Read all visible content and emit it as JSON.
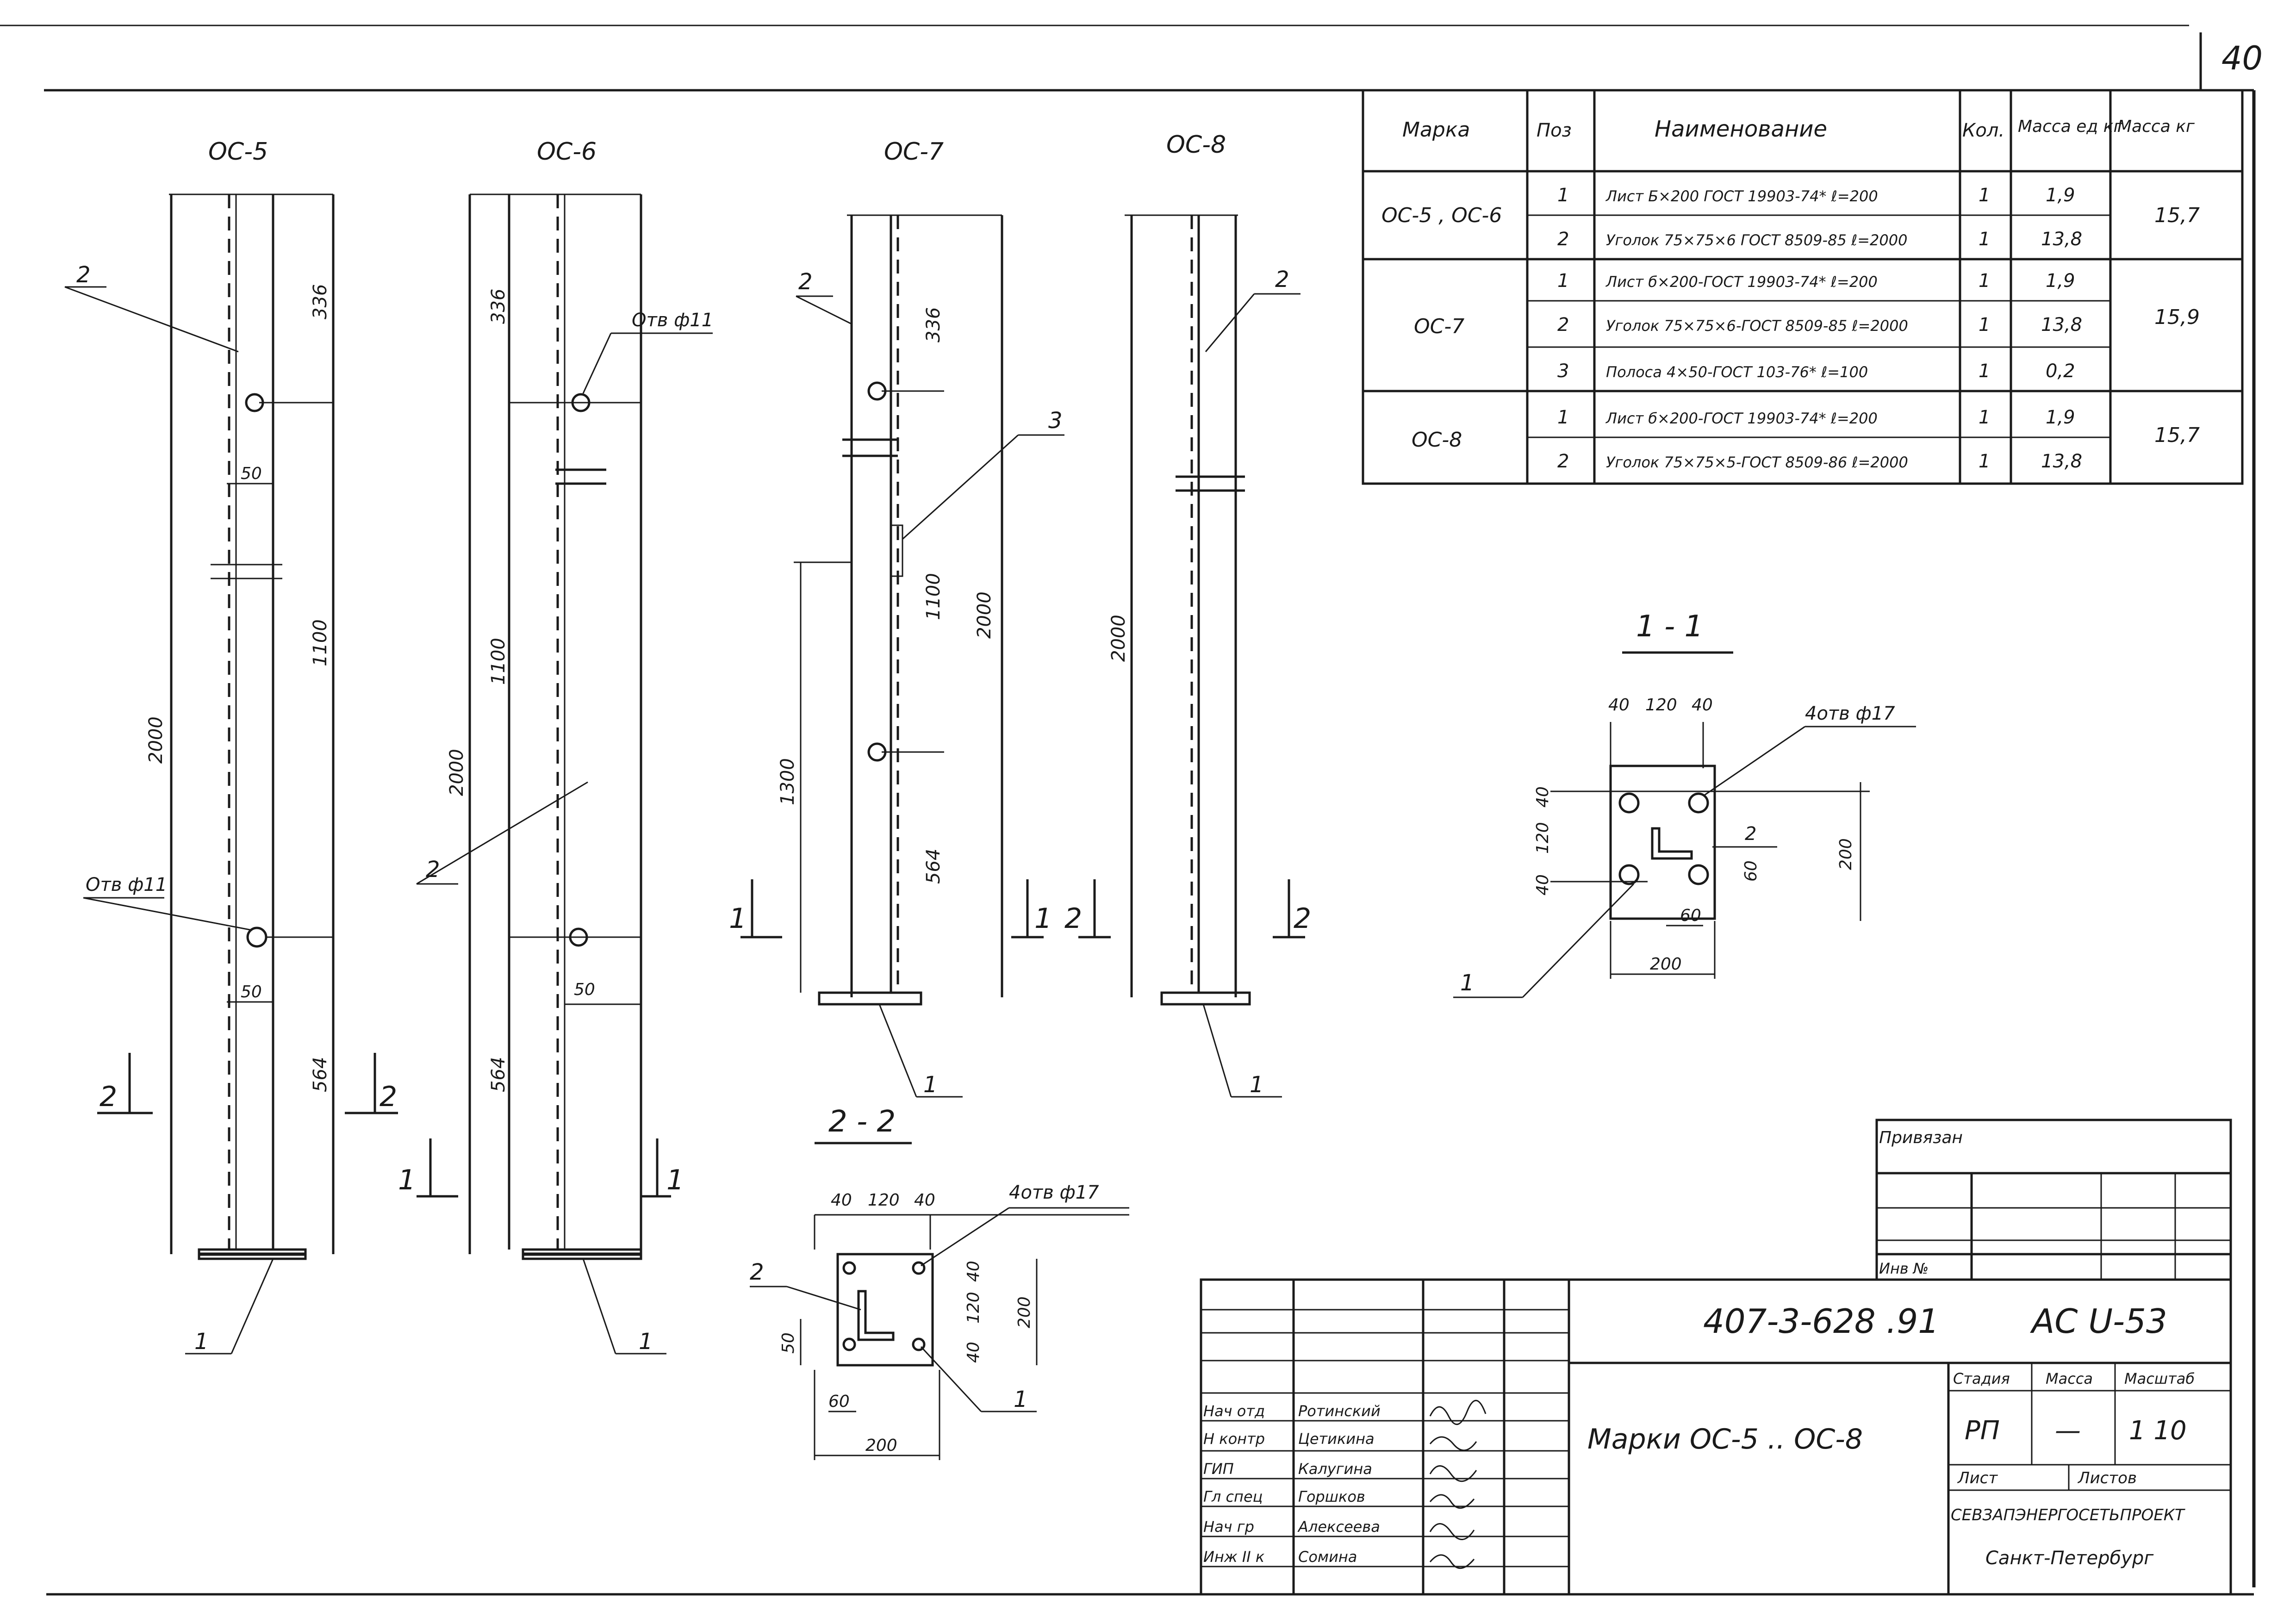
{
  "sheet_number": "40",
  "mark_labels": [
    "ОС-5",
    "ОС-6",
    "ОС-7",
    "ОС-8"
  ],
  "dims": {
    "d2000": "2000",
    "d1100": "1100",
    "d336": "336",
    "d564": "564",
    "d50": "50",
    "d1300": "1300"
  },
  "callouts": {
    "hole11": "Отв ф11",
    "holes17": "4отв ф17",
    "pos1": "1",
    "pos2": "2",
    "pos3": "3"
  },
  "section_marks": {
    "s1": "1",
    "s2": "2"
  },
  "section_titles": {
    "sec11": "1 - 1",
    "sec22": "2 - 2"
  },
  "section_dims": {
    "d40": "40",
    "d120": "120",
    "d200": "200",
    "d60": "60",
    "d50": "50"
  },
  "spec_table": {
    "headers": [
      "Марка",
      "Поз",
      "Наименование",
      "Кол.",
      "Масса ед кг",
      "Масса кг"
    ],
    "groups": [
      {
        "mark": "ОС-5 , ОС-6",
        "total": "15,7",
        "rows": [
          {
            "pos": "1",
            "name": "Лист Б×200 ГОСТ 19903-74* ℓ=200",
            "qty": "1",
            "mass": "1,9"
          },
          {
            "pos": "2",
            "name": "Уголок 75×75×6 ГОСТ 8509-85 ℓ=2000",
            "qty": "1",
            "mass": "13,8"
          }
        ]
      },
      {
        "mark": "ОС-7",
        "total": "15,9",
        "rows": [
          {
            "pos": "1",
            "name": "Лист б×200-ГОСТ 19903-74* ℓ=200",
            "qty": "1",
            "mass": "1,9"
          },
          {
            "pos": "2",
            "name": "Уголок 75×75×6-ГОСТ 8509-85 ℓ=2000",
            "qty": "1",
            "mass": "13,8"
          },
          {
            "pos": "3",
            "name": "Полоса 4×50-ГОСТ 103-76* ℓ=100",
            "qty": "1",
            "mass": "0,2"
          }
        ]
      },
      {
        "mark": "ОС-8",
        "total": "15,7",
        "rows": [
          {
            "pos": "1",
            "name": "Лист б×200-ГОСТ 19903-74* ℓ=200",
            "qty": "1",
            "mass": "1,9"
          },
          {
            "pos": "2",
            "name": "Уголок 75×75×5-ГОСТ 8509-86 ℓ=2000",
            "qty": "1",
            "mass": "13,8"
          }
        ]
      }
    ]
  },
  "binding_box": {
    "title": "Привязан",
    "inv_label": "Инв №"
  },
  "title_block": {
    "doc_code": "407-3-628 .91",
    "doc_suffix": "АС U-53",
    "drawing_title": "Марки ОС-5 .. ОС-8",
    "stage_label": "Стадия",
    "mass_label": "Масса",
    "scale_label": "Масштаб",
    "stage_value": "РП",
    "mass_value": "—",
    "scale_value": "1 10",
    "sheet_label": "Лист",
    "sheets_label": "Листов",
    "org": "СЕВЗАПЭНЕРГОСЕТЬПРОЕКТ",
    "city": "Санкт-Петербург",
    "roles": [
      {
        "role": "Нач отд",
        "name": "Ротинский"
      },
      {
        "role": "Н контр",
        "name": "Цетикина"
      },
      {
        "role": "ГИП",
        "name": "Калугина"
      },
      {
        "role": "Гл спец",
        "name": "Горшков"
      },
      {
        "role": "Нач гр",
        "name": "Алексеева"
      },
      {
        "role": "Инж II к",
        "name": "Сомина"
      }
    ]
  }
}
